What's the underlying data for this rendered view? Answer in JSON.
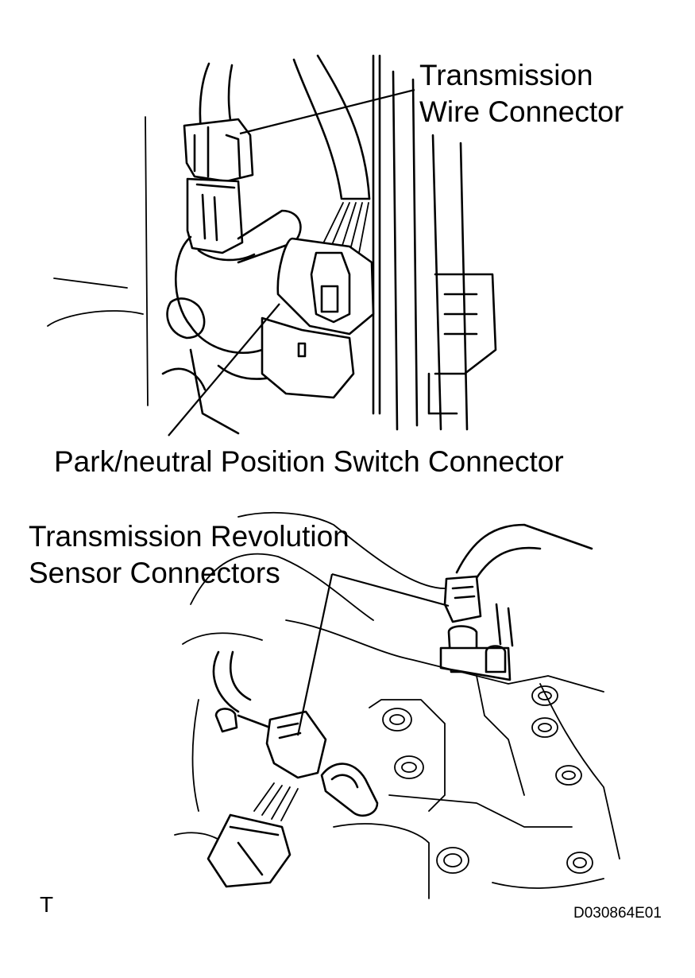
{
  "callouts": {
    "transmission_wire_connector": [
      "Transmission",
      "Wire Connector"
    ],
    "park_neutral_switch_connector": "Park/neutral Position Switch Connector",
    "revolution_sensor_connectors": [
      "Transmission Revolution",
      "Sensor Connectors"
    ]
  },
  "corner_mark": "T",
  "figure_code": "D030864E01"
}
